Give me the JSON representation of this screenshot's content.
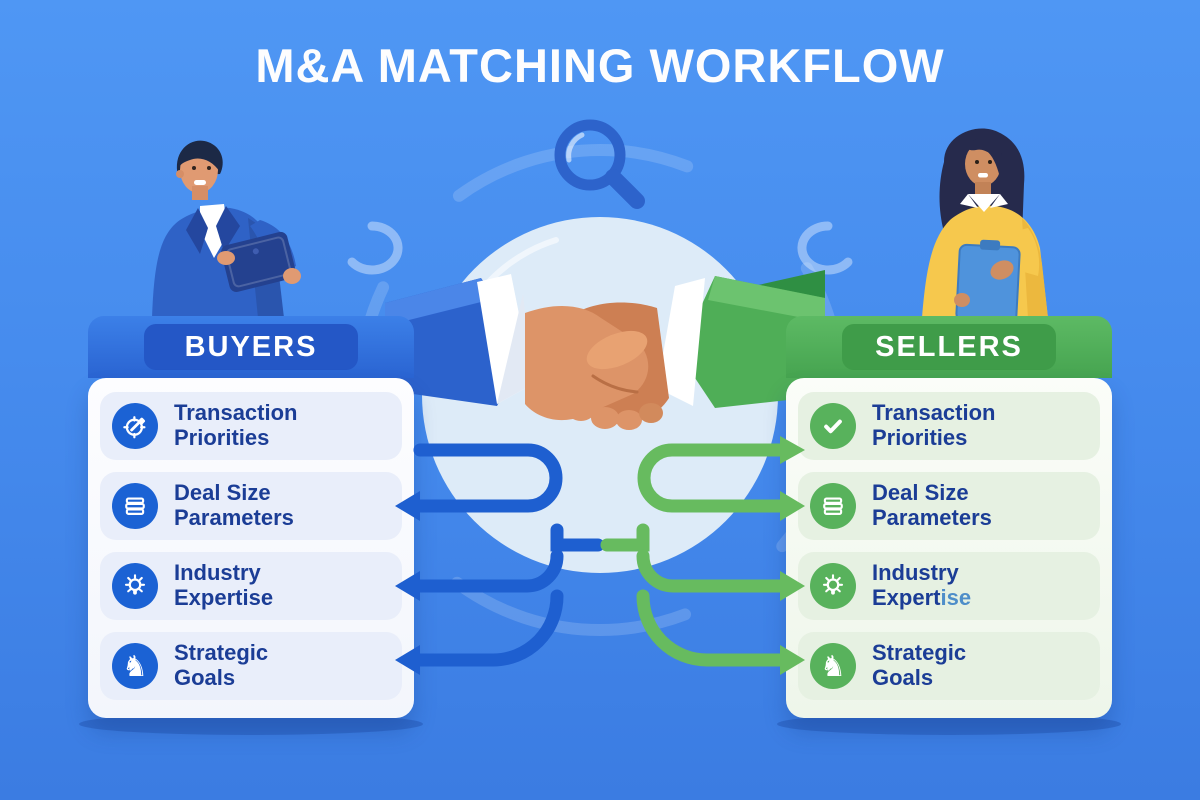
{
  "title": "M&A MATCHING WORKFLOW",
  "colors": {
    "background": "#4489ec",
    "buyer_primary": "#2a64d2",
    "buyer_icon_circle": "#1b62d4",
    "seller_primary": "#46a450",
    "seller_icon_circle": "#58b25c",
    "item_text": "#1b3d96",
    "connector_blue": "#1e5fd0",
    "connector_green": "#67bb5f",
    "expertise_suffix_accent": "#4e8ec9",
    "center_circle": "#ddebf8"
  },
  "icons": {
    "knight_glyph": "♞",
    "magnifier": "magnifier-icon",
    "handshake": "handshake-illustration"
  },
  "buyers": {
    "header": "BUYERS",
    "items": [
      {
        "line1": "Transaction",
        "line2": "Priorities",
        "icon": "target-arrow-icon"
      },
      {
        "line1": "Deal Size",
        "line2": "Parameters",
        "icon": "layers-icon"
      },
      {
        "line1": "Industry",
        "line2": "Expertise",
        "icon": "lightbulb-icon"
      },
      {
        "line1": "Strategic",
        "line2": "Goals",
        "icon": "knight-icon"
      }
    ]
  },
  "sellers": {
    "header": "SELLERS",
    "items": [
      {
        "line1": "Transaction",
        "line2": "Priorities",
        "icon": "check-icon"
      },
      {
        "line1": "Deal Size",
        "line2": "Parameters",
        "icon": "layers-icon"
      },
      {
        "line1": "Industry",
        "line2": "Expert",
        "line2_accent": "ise",
        "icon": "lightbulb-icon"
      },
      {
        "line1": "Strategic",
        "line2": "Goals",
        "icon": "knight-icon"
      }
    ]
  }
}
